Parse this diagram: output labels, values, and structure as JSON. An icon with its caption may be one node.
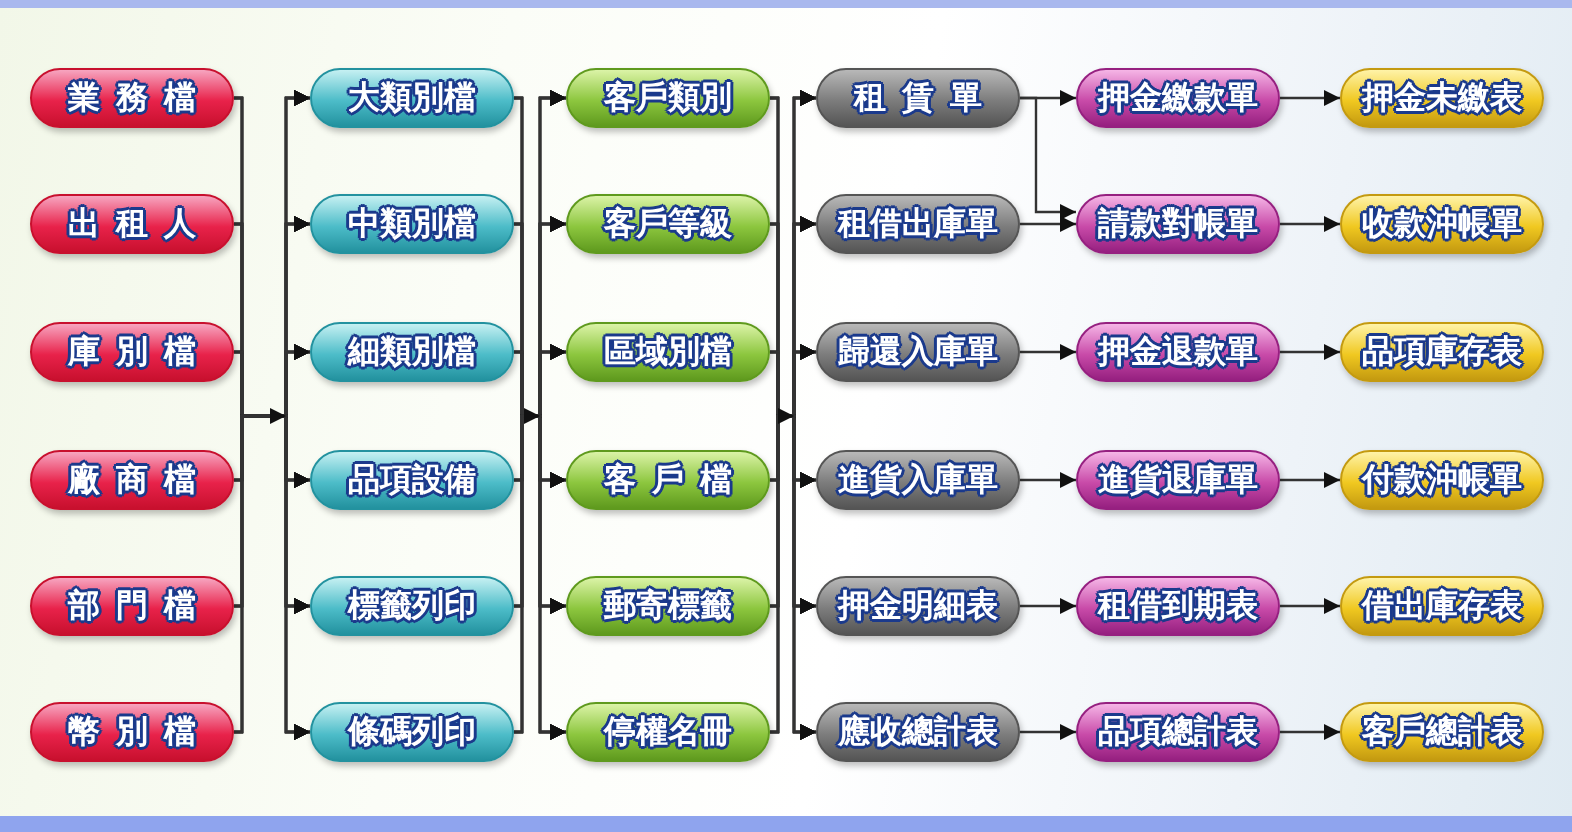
{
  "diagram": {
    "nodes": [
      {
        "text": [
          "業務檔"
        ]
      },
      {
        "text": [
          "出租人"
        ]
      },
      {
        "text": [
          "庫別檔"
        ]
      },
      {
        "text": [
          "廠商檔"
        ]
      },
      {
        "text": [
          "部門檔"
        ]
      },
      {
        "text": [
          "幣別檔"
        ]
      },
      {
        "text": [
          "大類別檔"
        ]
      },
      {
        "text": [
          "中類別檔"
        ]
      },
      {
        "text": [
          "細類別檔"
        ]
      },
      {
        "text": [
          "品項設備"
        ]
      },
      {
        "text": [
          "標籤列印"
        ]
      },
      {
        "text": [
          "條碼列印"
        ]
      },
      {
        "text": [
          "客戶類別"
        ]
      },
      {
        "text": [
          "客戶等級"
        ]
      },
      {
        "text": [
          "區域別檔"
        ]
      },
      {
        "text": [
          "客戶檔"
        ]
      },
      {
        "text": [
          "郵寄標籤"
        ]
      },
      {
        "text": [
          "停權名冊"
        ]
      },
      {
        "text": [
          "租賃單"
        ]
      },
      {
        "text": [
          "租借出庫單"
        ]
      },
      {
        "text": [
          "歸還入庫單"
        ]
      },
      {
        "text": [
          "進貨入庫單"
        ]
      },
      {
        "text": [
          "押金明細表"
        ]
      },
      {
        "text": [
          "應收總計表"
        ]
      },
      {
        "text": [
          "押金繳款單"
        ]
      },
      {
        "text": [
          "請款對帳單"
        ]
      },
      {
        "text": [
          "押金退款單"
        ]
      },
      {
        "text": [
          "進貨退庫單"
        ]
      },
      {
        "text": [
          "租借到期表"
        ]
      },
      {
        "text": [
          "品項總計表"
        ]
      },
      {
        "text": [
          "押金未繳表"
        ]
      },
      {
        "text": [
          "收款沖帳單"
        ]
      },
      {
        "text": [
          "品項庫存表"
        ]
      },
      {
        "text": [
          "付款沖帳單"
        ]
      },
      {
        "text": [
          "借出庫存表"
        ]
      },
      {
        "text": [
          "客戶總計表"
        ]
      }
    ],
    "edges": [
      {
        "from": 0,
        "to": 6,
        "arrow": "to"
      },
      {
        "from": 0,
        "to": 7,
        "arrow": "to"
      },
      {
        "from": 0,
        "to": 8,
        "arrow": "to"
      },
      {
        "from": 0,
        "to": 9,
        "arrow": "to"
      },
      {
        "from": 0,
        "to": 10,
        "arrow": "to"
      },
      {
        "from": 0,
        "to": 11,
        "arrow": "to"
      },
      {
        "from": 1,
        "to": 6,
        "arrow": "to"
      },
      {
        "from": 1,
        "to": 7,
        "arrow": "to"
      },
      {
        "from": 1,
        "to": 8,
        "arrow": "to"
      },
      {
        "from": 1,
        "to": 9,
        "arrow": "to"
      },
      {
        "from": 1,
        "to": 10,
        "arrow": "to"
      },
      {
        "from": 1,
        "to": 11,
        "arrow": "to"
      },
      {
        "from": 2,
        "to": 6,
        "arrow": "to"
      },
      {
        "from": 2,
        "to": 7,
        "arrow": "to"
      },
      {
        "from": 2,
        "to": 8,
        "arrow": "to"
      },
      {
        "from": 2,
        "to": 9,
        "arrow": "to"
      },
      {
        "from": 2,
        "to": 10,
        "arrow": "to"
      },
      {
        "from": 2,
        "to": 11,
        "arrow": "to"
      },
      {
        "from": 3,
        "to": 6,
        "arrow": "to"
      },
      {
        "from": 3,
        "to": 7,
        "arrow": "to"
      },
      {
        "from": 3,
        "to": 8,
        "arrow": "to"
      },
      {
        "from": 3,
        "to": 9,
        "arrow": "to"
      },
      {
        "from": 3,
        "to": 10,
        "arrow": "to"
      },
      {
        "from": 3,
        "to": 11,
        "arrow": "to"
      },
      {
        "from": 4,
        "to": 6,
        "arrow": "to"
      },
      {
        "from": 4,
        "to": 7,
        "arrow": "to"
      },
      {
        "from": 4,
        "to": 8,
        "arrow": "to"
      },
      {
        "from": 4,
        "to": 9,
        "arrow": "to"
      },
      {
        "from": 4,
        "to": 10,
        "arrow": "to"
      },
      {
        "from": 4,
        "to": 11,
        "arrow": "to"
      },
      {
        "from": 5,
        "to": 6,
        "arrow": "to"
      },
      {
        "from": 5,
        "to": 7,
        "arrow": "to"
      },
      {
        "from": 5,
        "to": 8,
        "arrow": "to"
      },
      {
        "from": 5,
        "to": 9,
        "arrow": "to"
      },
      {
        "from": 5,
        "to": 10,
        "arrow": "to"
      },
      {
        "from": 5,
        "to": 11,
        "arrow": "to"
      },
      {
        "from": 6,
        "to": 12,
        "arrow": "to"
      },
      {
        "from": 6,
        "to": 13,
        "arrow": "to"
      },
      {
        "from": 6,
        "to": 14,
        "arrow": "to"
      },
      {
        "from": 6,
        "to": 15,
        "arrow": "to"
      },
      {
        "from": 6,
        "to": 16,
        "arrow": "to"
      },
      {
        "from": 6,
        "to": 17,
        "arrow": "to"
      },
      {
        "from": 7,
        "to": 12,
        "arrow": "to"
      },
      {
        "from": 7,
        "to": 13,
        "arrow": "to"
      },
      {
        "from": 7,
        "to": 14,
        "arrow": "to"
      },
      {
        "from": 7,
        "to": 15,
        "arrow": "to"
      },
      {
        "from": 7,
        "to": 16,
        "arrow": "to"
      },
      {
        "from": 7,
        "to": 17,
        "arrow": "to"
      },
      {
        "from": 8,
        "to": 12,
        "arrow": "to"
      },
      {
        "from": 8,
        "to": 13,
        "arrow": "to"
      },
      {
        "from": 8,
        "to": 14,
        "arrow": "to"
      },
      {
        "from": 8,
        "to": 15,
        "arrow": "to"
      },
      {
        "from": 8,
        "to": 16,
        "arrow": "to"
      },
      {
        "from": 8,
        "to": 17,
        "arrow": "to"
      },
      {
        "from": 9,
        "to": 12,
        "arrow": "to"
      },
      {
        "from": 9,
        "to": 13,
        "arrow": "to"
      },
      {
        "from": 9,
        "to": 14,
        "arrow": "to"
      },
      {
        "from": 9,
        "to": 15,
        "arrow": "to"
      },
      {
        "from": 9,
        "to": 16,
        "arrow": "to"
      },
      {
        "from": 9,
        "to": 17,
        "arrow": "to"
      },
      {
        "from": 10,
        "to": 12,
        "arrow": "to"
      },
      {
        "from": 10,
        "to": 13,
        "arrow": "to"
      },
      {
        "from": 10,
        "to": 14,
        "arrow": "to"
      },
      {
        "from": 10,
        "to": 15,
        "arrow": "to"
      },
      {
        "from": 10,
        "to": 16,
        "arrow": "to"
      },
      {
        "from": 10,
        "to": 17,
        "arrow": "to"
      },
      {
        "from": 11,
        "to": 12,
        "arrow": "to"
      },
      {
        "from": 11,
        "to": 13,
        "arrow": "to"
      },
      {
        "from": 11,
        "to": 14,
        "arrow": "to"
      },
      {
        "from": 11,
        "to": 15,
        "arrow": "to"
      },
      {
        "from": 11,
        "to": 16,
        "arrow": "to"
      },
      {
        "from": 11,
        "to": 17,
        "arrow": "to"
      },
      {
        "from": 12,
        "to": 18,
        "arrow": "to"
      },
      {
        "from": 12,
        "to": 19,
        "arrow": "to"
      },
      {
        "from": 12,
        "to": 20,
        "arrow": "to"
      },
      {
        "from": 12,
        "to": 21,
        "arrow": "to"
      },
      {
        "from": 12,
        "to": 22,
        "arrow": "to"
      },
      {
        "from": 12,
        "to": 23,
        "arrow": "to"
      },
      {
        "from": 13,
        "to": 18,
        "arrow": "to"
      },
      {
        "from": 13,
        "to": 19,
        "arrow": "to"
      },
      {
        "from": 13,
        "to": 20,
        "arrow": "to"
      },
      {
        "from": 13,
        "to": 21,
        "arrow": "to"
      },
      {
        "from": 13,
        "to": 22,
        "arrow": "to"
      },
      {
        "from": 13,
        "to": 23,
        "arrow": "to"
      },
      {
        "from": 14,
        "to": 18,
        "arrow": "to"
      },
      {
        "from": 14,
        "to": 19,
        "arrow": "to"
      },
      {
        "from": 14,
        "to": 20,
        "arrow": "to"
      },
      {
        "from": 14,
        "to": 21,
        "arrow": "to"
      },
      {
        "from": 14,
        "to": 22,
        "arrow": "to"
      },
      {
        "from": 14,
        "to": 23,
        "arrow": "to"
      },
      {
        "from": 15,
        "to": 18,
        "arrow": "to"
      },
      {
        "from": 15,
        "to": 19,
        "arrow": "to"
      },
      {
        "from": 15,
        "to": 20,
        "arrow": "to"
      },
      {
        "from": 15,
        "to": 21,
        "arrow": "to"
      },
      {
        "from": 15,
        "to": 22,
        "arrow": "to"
      },
      {
        "from": 15,
        "to": 23,
        "arrow": "to"
      },
      {
        "from": 16,
        "to": 18,
        "arrow": "to"
      },
      {
        "from": 16,
        "to": 19,
        "arrow": "to"
      },
      {
        "from": 16,
        "to": 20,
        "arrow": "to"
      },
      {
        "from": 16,
        "to": 21,
        "arrow": "to"
      },
      {
        "from": 16,
        "to": 22,
        "arrow": "to"
      },
      {
        "from": 16,
        "to": 23,
        "arrow": "to"
      },
      {
        "from": 17,
        "to": 18,
        "arrow": "to"
      },
      {
        "from": 17,
        "to": 19,
        "arrow": "to"
      },
      {
        "from": 17,
        "to": 20,
        "arrow": "to"
      },
      {
        "from": 17,
        "to": 21,
        "arrow": "to"
      },
      {
        "from": 17,
        "to": 22,
        "arrow": "to"
      },
      {
        "from": 17,
        "to": 23,
        "arrow": "to"
      },
      {
        "from": 18,
        "to": 24,
        "arrow": "to"
      },
      {
        "from": 18,
        "to": 25,
        "arrow": "to"
      },
      {
        "from": 19,
        "to": 25,
        "arrow": "to"
      },
      {
        "from": 20,
        "to": 26,
        "arrow": "to"
      },
      {
        "from": 21,
        "to": 27,
        "arrow": "to"
      },
      {
        "from": 22,
        "to": 28,
        "arrow": "to"
      },
      {
        "from": 23,
        "to": 29,
        "arrow": "to"
      },
      {
        "from": 24,
        "to": 30,
        "arrow": "to"
      },
      {
        "from": 25,
        "to": 31,
        "arrow": "to"
      },
      {
        "from": 26,
        "to": 32,
        "arrow": "to"
      },
      {
        "from": 27,
        "to": 33,
        "arrow": "to"
      },
      {
        "from": 28,
        "to": 34,
        "arrow": "to"
      },
      {
        "from": 29,
        "to": 35,
        "arrow": "to"
      }
    ]
  }
}
